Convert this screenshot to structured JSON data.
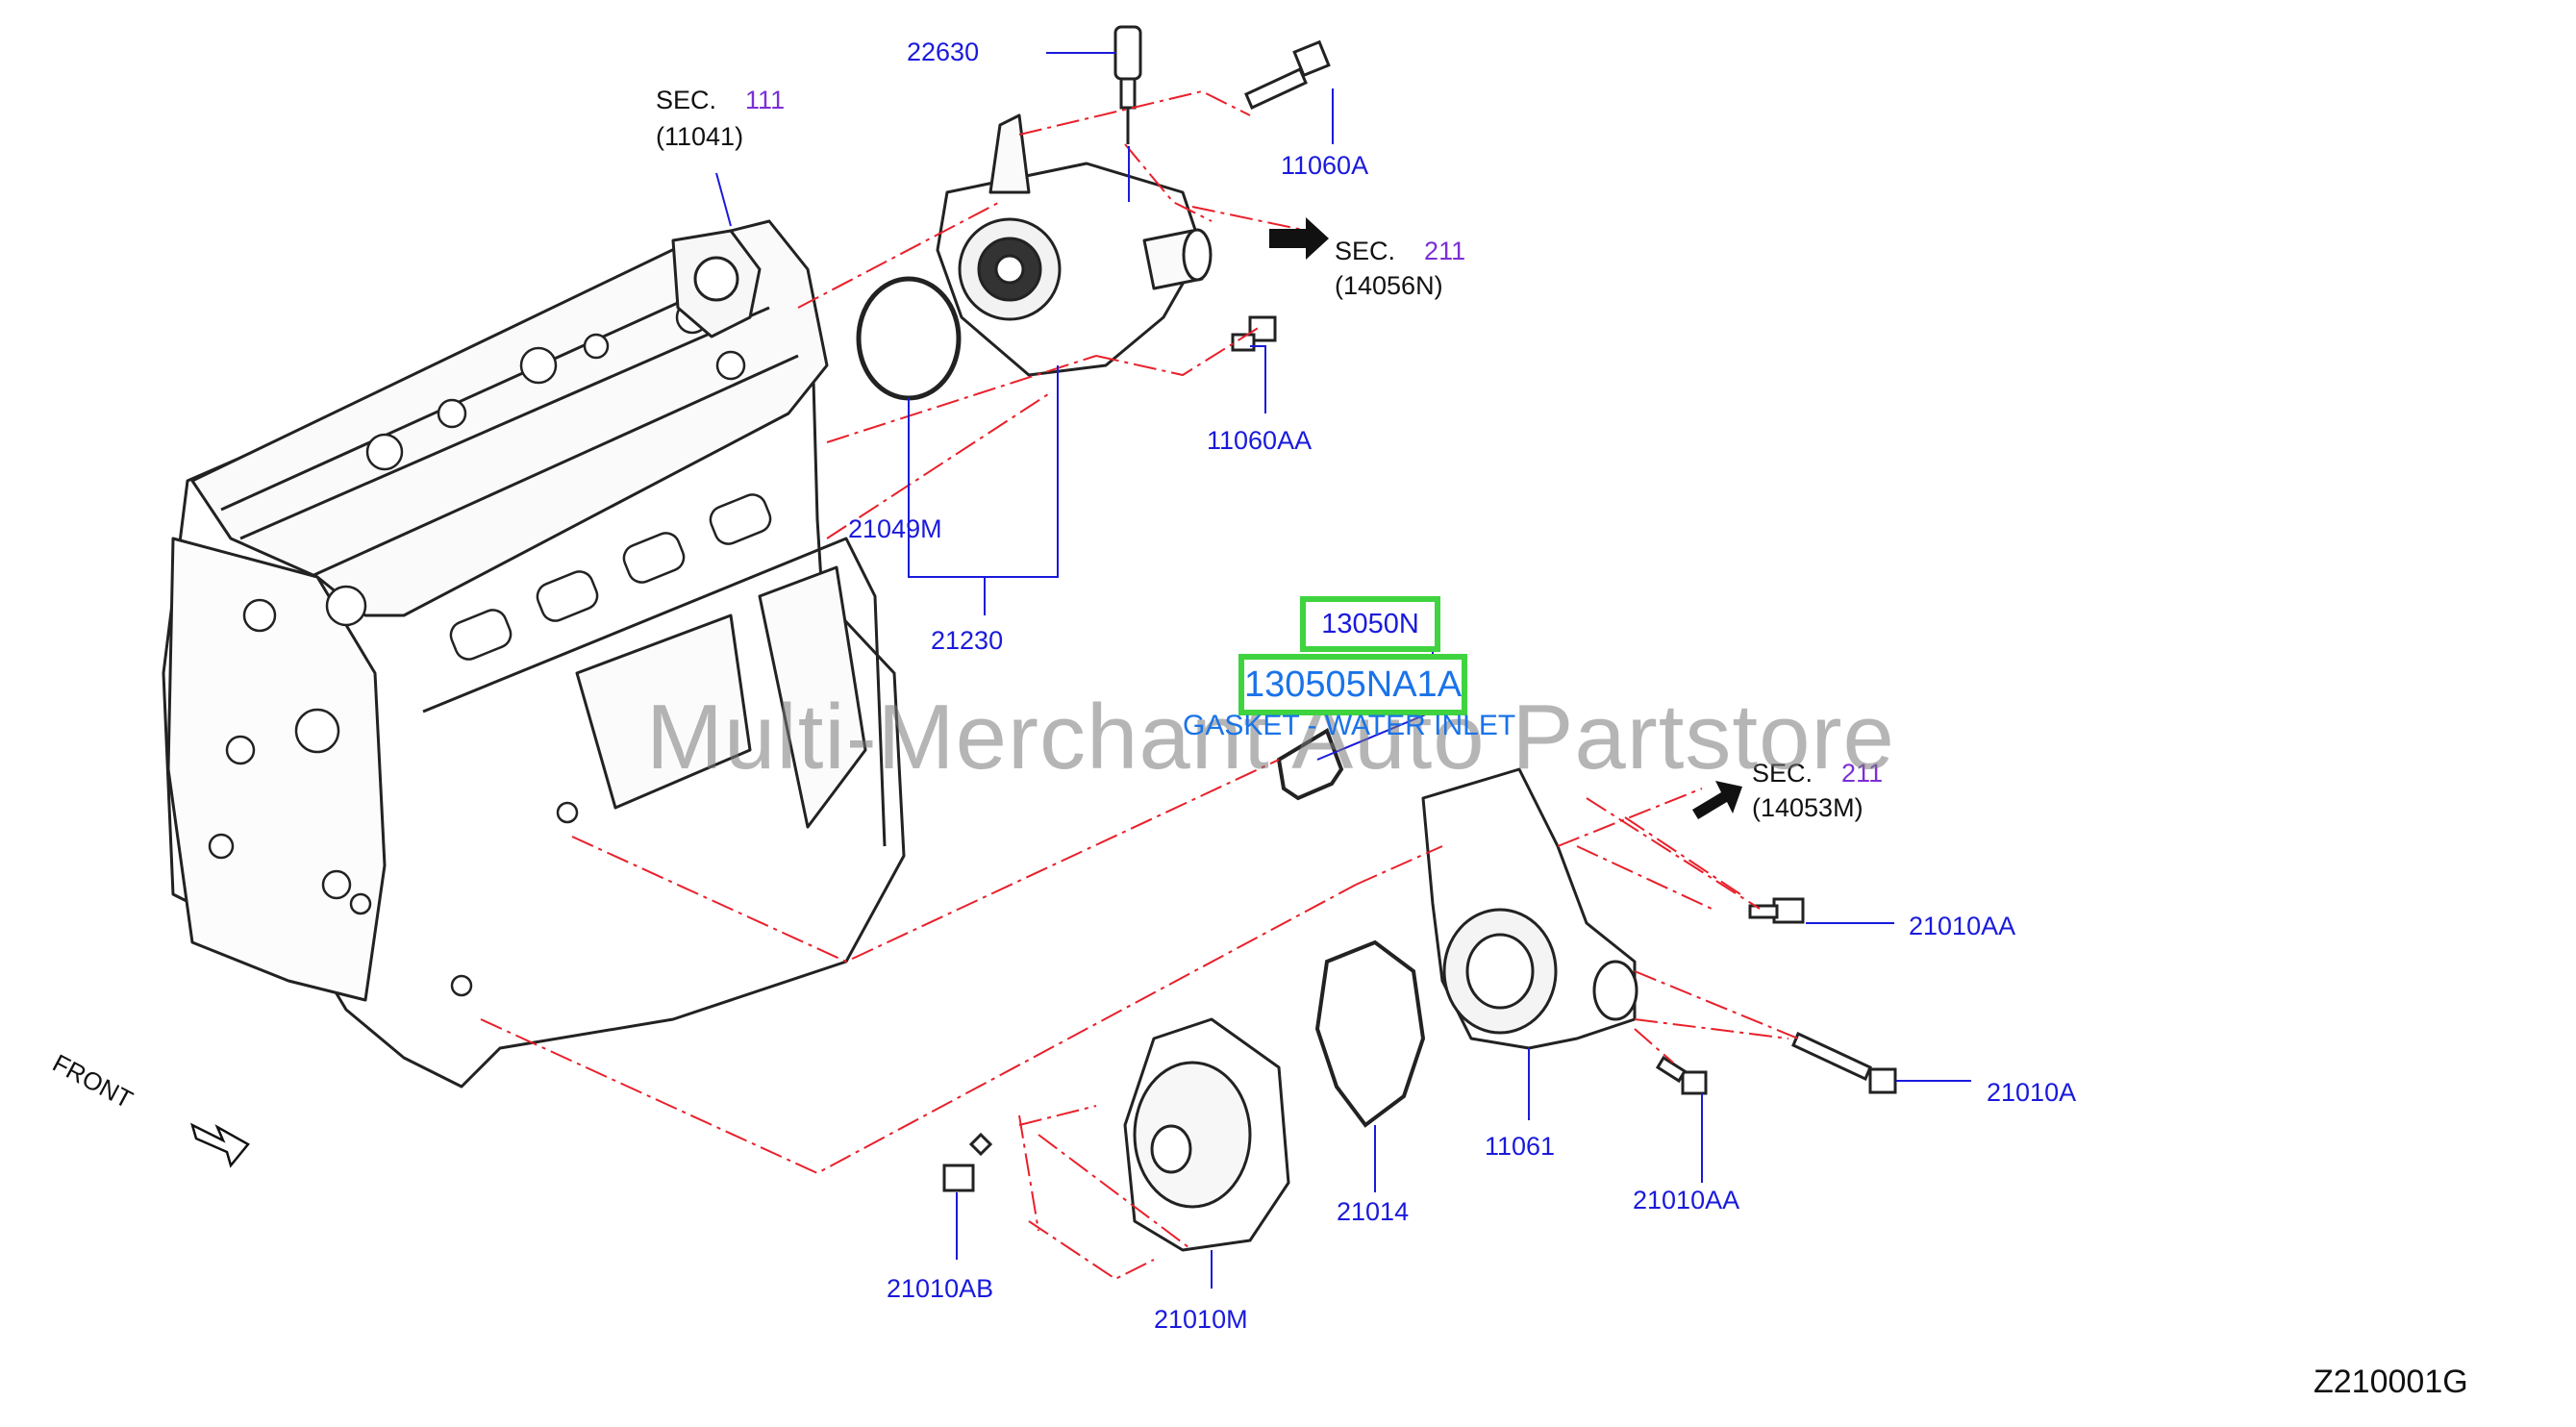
{
  "parts": {
    "p22630": "22630",
    "p11060A": "11060A",
    "p11060AA": "11060AA",
    "p21049M": "21049M",
    "p21230": "21230",
    "p13050N": "13050N",
    "p21010AA_a": "21010AA",
    "p21010A": "21010A",
    "p11061": "11061",
    "p21010AA_b": "21010AA",
    "p21014": "21014",
    "p21010AB": "21010AB",
    "p21010M": "21010M"
  },
  "refs": {
    "sec111": {
      "prefix": "SEC.",
      "num": "111",
      "sub": "(11041)"
    },
    "sec211_top": {
      "prefix": "SEC.",
      "num": "211",
      "sub": "(14056N)"
    },
    "sec211_mid": {
      "prefix": "SEC.",
      "num": "211",
      "sub": "(14053M)"
    }
  },
  "highlight": {
    "part_number": "130505NA1A",
    "description": "GASKET - WATER INLET"
  },
  "watermark": "Multi-Merchant Auto Partstore",
  "front_label": "FRONT",
  "diagram_code": "Z210001G",
  "colors": {
    "callout": "#1a1adc",
    "highlight": "#3fd43f",
    "leader": "#e8202a",
    "sec_num": "#7b2fd6"
  }
}
